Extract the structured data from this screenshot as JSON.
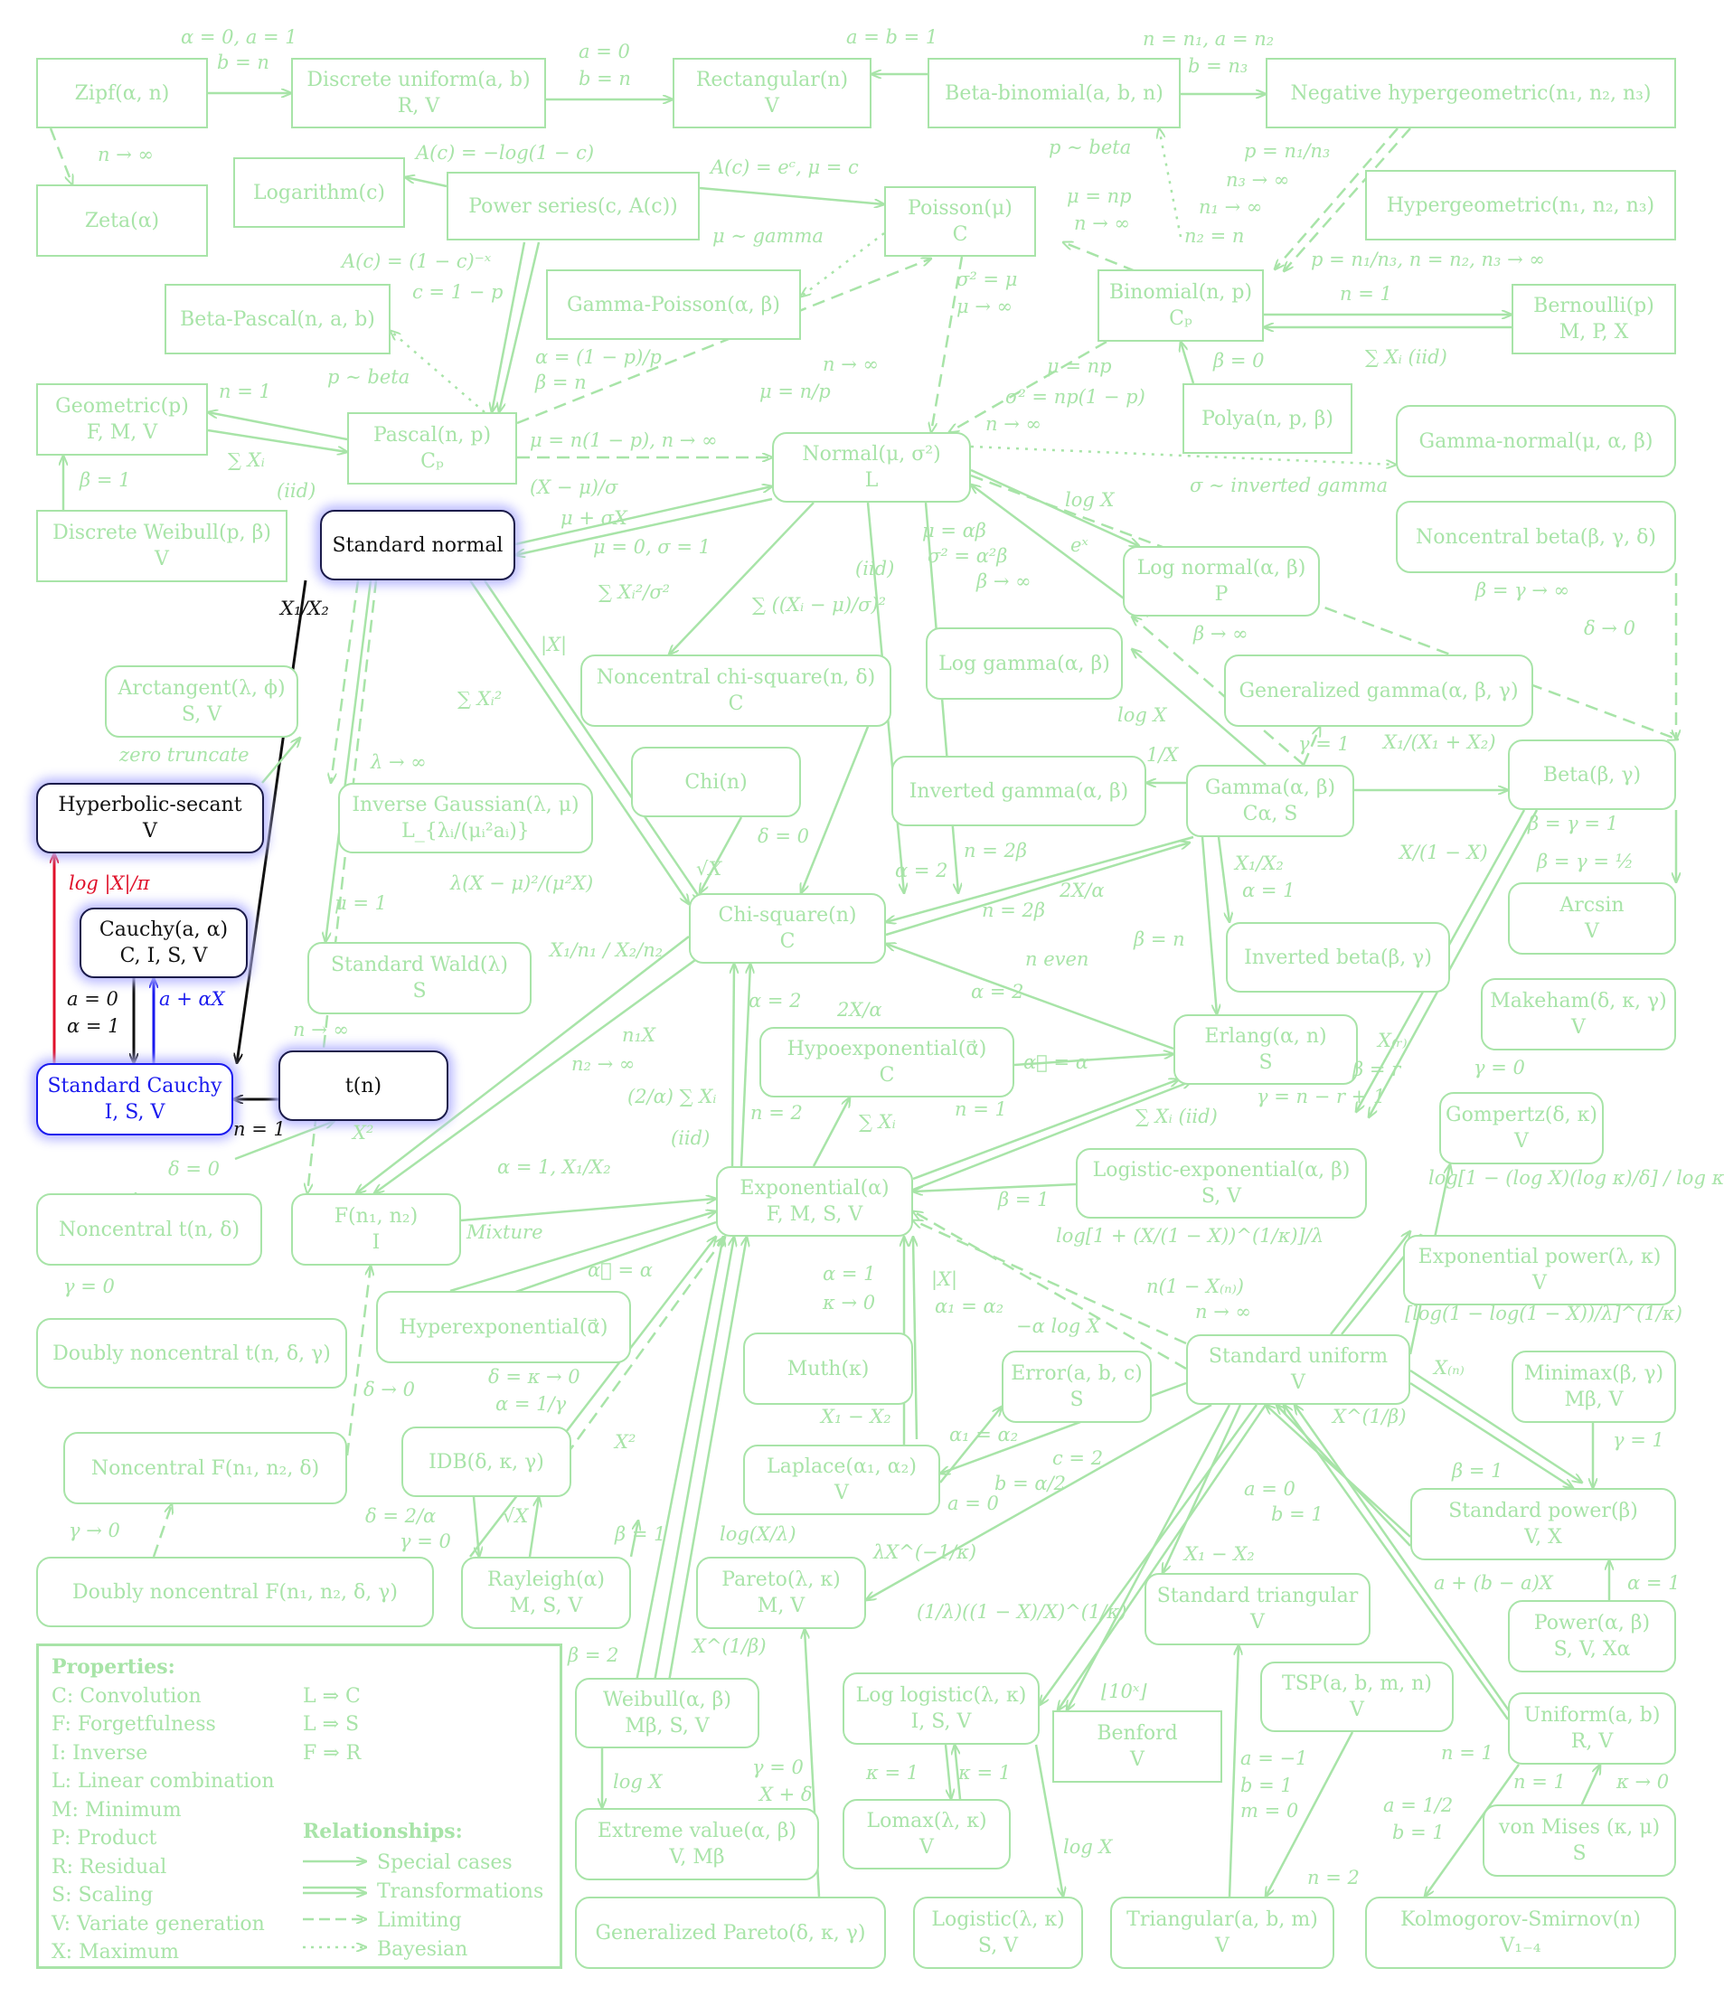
{
  "colors": {
    "link": "#a8e4a8",
    "dark": "#1b1b4a",
    "blue": "#1a1aee",
    "red": "#e0102a",
    "glow": "#b8b8ff"
  },
  "nodes": {
    "zipf": {
      "name": "Zipf(α, n)",
      "props": ""
    },
    "discrete_uniform": {
      "name": "Discrete uniform(a, b)",
      "props": "R, V"
    },
    "rectangular": {
      "name": "Rectangular(n)",
      "props": "V"
    },
    "beta_binomial": {
      "name": "Beta-binomial(a, b, n)",
      "props": ""
    },
    "negative_hypergeometric": {
      "name": "Negative hypergeometric(n₁, n₂, n₃)",
      "props": ""
    },
    "zeta": {
      "name": "Zeta(α)",
      "props": ""
    },
    "logarithm": {
      "name": "Logarithm(c)",
      "props": ""
    },
    "power_series": {
      "name": "Power series(c, A(c))",
      "props": ""
    },
    "poisson": {
      "name": "Poisson(μ)",
      "props": "C"
    },
    "hypergeometric": {
      "name": "Hypergeometric(n₁, n₂, n₃)",
      "props": ""
    },
    "beta_pascal": {
      "name": "Beta-Pascal(n, a, b)",
      "props": ""
    },
    "gamma_poisson": {
      "name": "Gamma-Poisson(α, β)",
      "props": ""
    },
    "binomial": {
      "name": "Binomial(n, p)",
      "props": "Cₚ"
    },
    "bernoulli": {
      "name": "Bernoulli(p)",
      "props": "M, P, X"
    },
    "geometric": {
      "name": "Geometric(p)",
      "props": "F, M, V"
    },
    "pascal": {
      "name": "Pascal(n, p)",
      "props": "Cₚ"
    },
    "polya": {
      "name": "Polya(n, p, β)",
      "props": ""
    },
    "normal": {
      "name": "Normal(μ, σ²)",
      "props": "L"
    },
    "gamma_normal": {
      "name": "Gamma-normal(μ, α, β)",
      "props": ""
    },
    "discrete_weibull": {
      "name": "Discrete Weibull(p, β)",
      "props": "V"
    },
    "standard_normal": {
      "name": "Standard normal",
      "props": ""
    },
    "noncentral_beta": {
      "name": "Noncentral beta(β, γ, δ)",
      "props": ""
    },
    "log_normal": {
      "name": "Log normal(α, β)",
      "props": "P"
    },
    "arctangent": {
      "name": "Arctangent(λ, ϕ)",
      "props": "S, V"
    },
    "log_gamma": {
      "name": "Log gamma(α, β)",
      "props": ""
    },
    "noncentral_chi_square": {
      "name": "Noncentral chi-square(n, δ)",
      "props": "C"
    },
    "generalized_gamma": {
      "name": "Generalized gamma(α, β, γ)",
      "props": ""
    },
    "hyperbolic_secant": {
      "name": "Hyperbolic-secant",
      "props": "V"
    },
    "chi": {
      "name": "Chi(n)",
      "props": ""
    },
    "inverse_gaussian": {
      "name": "Inverse Gaussian(λ, μ)",
      "props": "L_{λᵢ/(μᵢ²aᵢ)}"
    },
    "inverted_gamma": {
      "name": "Inverted gamma(α, β)",
      "props": ""
    },
    "gamma": {
      "name": "Gamma(α, β)",
      "props": "Cα, S"
    },
    "beta": {
      "name": "Beta(β, γ)",
      "props": ""
    },
    "cauchy": {
      "name": "Cauchy(a, α)",
      "props": "C, I, S, V"
    },
    "chi_square": {
      "name": "Chi-square(n)",
      "props": "C"
    },
    "arcsin": {
      "name": "Arcsin",
      "props": "V"
    },
    "standard_wald": {
      "name": "Standard Wald(λ)",
      "props": "S"
    },
    "inverted_beta": {
      "name": "Inverted beta(β, γ)",
      "props": ""
    },
    "makeham": {
      "name": "Makeham(δ, κ, γ)",
      "props": "V"
    },
    "erlang": {
      "name": "Erlang(α, n)",
      "props": "S"
    },
    "hypoexponential": {
      "name": "Hypoexponential(α⃗)",
      "props": "C"
    },
    "standard_cauchy": {
      "name": "Standard Cauchy",
      "props": "I, S, V"
    },
    "t": {
      "name": "t(n)",
      "props": ""
    },
    "gompertz": {
      "name": "Gompertz(δ, κ)",
      "props": "V"
    },
    "logistic_exponential": {
      "name": "Logistic-exponential(α, β)",
      "props": "S, V"
    },
    "noncentral_t": {
      "name": "Noncentral t(n, δ)",
      "props": ""
    },
    "f": {
      "name": "F(n₁, n₂)",
      "props": "I"
    },
    "exponential": {
      "name": "Exponential(α)",
      "props": "F, M, S, V"
    },
    "exponential_power": {
      "name": "Exponential power(λ, κ)",
      "props": "V"
    },
    "hyperexponential": {
      "name": "Hyperexponential(α⃗)",
      "props": ""
    },
    "doubly_noncentral_t": {
      "name": "Doubly noncentral t(n, δ, γ)",
      "props": ""
    },
    "muth": {
      "name": "Muth(κ)",
      "props": ""
    },
    "error": {
      "name": "Error(a, b, c)",
      "props": "S"
    },
    "standard_uniform": {
      "name": "Standard uniform",
      "props": "V"
    },
    "minimax": {
      "name": "Minimax(β, γ)",
      "props": "Mβ, V"
    },
    "noncentral_f": {
      "name": "Noncentral F(n₁, n₂, δ)",
      "props": ""
    },
    "idb": {
      "name": "IDB(δ, κ, γ)",
      "props": ""
    },
    "laplace": {
      "name": "Laplace(α₁, α₂)",
      "props": "V"
    },
    "standard_power": {
      "name": "Standard power(β)",
      "props": "V, X"
    },
    "doubly_noncentral_f": {
      "name": "Doubly noncentral F(n₁, n₂, δ, γ)",
      "props": ""
    },
    "rayleigh": {
      "name": "Rayleigh(α)",
      "props": "M, S, V"
    },
    "pareto": {
      "name": "Pareto(λ, κ)",
      "props": "M, V"
    },
    "standard_triangular": {
      "name": "Standard triangular",
      "props": "V"
    },
    "power": {
      "name": "Power(α, β)",
      "props": "S, V, Xα"
    },
    "weibull": {
      "name": "Weibull(α, β)",
      "props": "Mβ, S, V"
    },
    "log_logistic": {
      "name": "Log logistic(λ, κ)",
      "props": "I, S, V"
    },
    "tsp": {
      "name": "TSP(a, b, m, n)",
      "props": "V"
    },
    "benford": {
      "name": "Benford",
      "props": "V"
    },
    "uniform": {
      "name": "Uniform(a, b)",
      "props": "R, V"
    },
    "extreme_value": {
      "name": "Extreme value(α, β)",
      "props": "V, Mβ"
    },
    "lomax": {
      "name": "Lomax(λ, κ)",
      "props": "V"
    },
    "von_mises": {
      "name": "von Mises (κ, μ)",
      "props": "S"
    },
    "generalized_pareto": {
      "name": "Generalized Pareto(δ, κ, γ)",
      "props": ""
    },
    "logistic": {
      "name": "Logistic(λ, κ)",
      "props": "S, V"
    },
    "triangular": {
      "name": "Triangular(a, b, m)",
      "props": "V"
    },
    "kolmogorov_smirnov": {
      "name": "Kolmogorov-Smirnov(n)",
      "props": "V₁₋₄"
    }
  },
  "labels": {
    "l1": "α = 0, a = 1",
    "l2": "b = n",
    "l3": "a = 0",
    "l4": "b = n",
    "l5": "a = b = 1",
    "l6": "n = n₁, a = n₂",
    "l7": "b = n₃",
    "l8": "n → ∞",
    "l9": "A(c) = −log(1 − c)",
    "l10": "A(c) = eᶜ, μ = c",
    "l11": "p ∼ beta",
    "l12": "p = n₁/n₃",
    "l13": "n₃ → ∞",
    "l14": "n₁ → ∞",
    "l15": "n₂ = n",
    "l16": "μ = np",
    "l17": "n → ∞",
    "l18": "μ ∼ gamma",
    "l19": "A(c) = (1 − c)⁻ˣ",
    "l20": "c = 1 − p",
    "l21": "σ² = μ",
    "l22": "μ → ∞",
    "l23": "p = n₁/n₃, n = n₂, n₃ → ∞",
    "l24": "n = 1",
    "l25": "∑ Xᵢ (iid)",
    "l26": "β = 0",
    "l27": "α = (1 − p)/p",
    "l28": "β = n",
    "l29": "p ∼ beta",
    "l30": "n → ∞",
    "l31": "μ = n/p",
    "l32": "μ = np",
    "l33": "σ² = np(1 − p)",
    "l34": "n → ∞",
    "l35": "n = 1",
    "l36": "∑ Xᵢ",
    "l37": "(iid)",
    "l38": "β = 1",
    "l39": "μ = n(1 − p), n → ∞",
    "l40": "(X − μ)/σ",
    "l41": "μ + σX",
    "l42": "μ = 0, σ = 1",
    "l43": "σ ∼ inverted gamma",
    "l44": "log X",
    "l45": "eˣ",
    "l46": "μ = αβ",
    "l47": "σ² = α²β",
    "l48": "β → ∞",
    "l49": "(iid)",
    "l50": "∑ Xᵢ²/σ²",
    "l51": "∑ ((Xᵢ − μ)/σ)²",
    "l52": "|X|",
    "l53": "∑ Xᵢ²",
    "l54": "β = γ → ∞",
    "l55": "δ → 0",
    "l56": "β → ∞",
    "l57": "log X",
    "l58": "γ = 1",
    "l59": "1/X",
    "l60": "X₁/(X₁ + X₂)",
    "l61": "X₁/X₂",
    "l62": "zero truncate",
    "l63": "λ → ∞",
    "l64": "δ = 0",
    "l65": "√X",
    "l66": "log |X|/π",
    "l67": "μ = 1",
    "l68": "λ(X − μ)²/(μ²X)",
    "l69": "n = 2β",
    "l70": "α = 2",
    "l71": "2X/α",
    "l72": "n = 2β",
    "l73": "X₁/X₂",
    "l74": "α = 1",
    "l75": "X/(1 − X)",
    "l76": "β = γ = 1",
    "l77": "β = γ = ½",
    "l78": "β = n",
    "l79": "a = 0",
    "l80": "α = 1",
    "l81": "a + αX",
    "l82": "X₁/n₁ / X₂/n₂",
    "l83": "n → ∞",
    "l84": "n even",
    "l85": "α = 2",
    "l86": "2X/α",
    "l87": "α = 2",
    "l88": "n₁X",
    "l89": "n₂ → ∞",
    "l90": "α⃗ = α",
    "l91": "X₍ᵣ₎",
    "l92": "β = r",
    "l93": "γ = n − r + 1",
    "l94": "γ = 0",
    "l95": "n = 1",
    "l96": "X²",
    "l97": "(2/α) ∑ Xᵢ",
    "l98": "(iid)",
    "l99": "n = 2",
    "l100": "∑ Xᵢ",
    "l101": "n = 1",
    "l102": "∑ Xᵢ (iid)",
    "l103": "δ = 0",
    "l104": "α = 1, X₁/X₂",
    "l105": "β = 1",
    "l106": "log[1 − (log X)(log κ)/δ] / log κ",
    "l107": "log[1 + (X/(1 − X))^(1/κ)]/λ",
    "l108": "Mixture",
    "l109": "α⃗ = α",
    "l110": "γ = 0",
    "l111": "α = 1",
    "l112": "κ → 0",
    "l113": "|X|",
    "l114": "α₁ = α₂",
    "l115": "n(1 − X₍ₙ₎)",
    "l116": "n → ∞",
    "l117": "[log(1 − log(1 − X))/λ]^(1/κ)",
    "l118": "−α log X",
    "l119": "X₍ₙ₎",
    "l120": "X^(1/β)",
    "l121": "δ → 0",
    "l122": "δ = κ → 0",
    "l123": "α = 1/γ",
    "l124": "X²",
    "l125": "X₁ − X₂",
    "l126": "α₁ = α₂",
    "l127": "c = 2",
    "l128": "b = α/2",
    "l129": "a = 0",
    "l130": "β = 1",
    "l131": "γ = 1",
    "l132": "γ → 0",
    "l133": "δ = 2/α",
    "l134": "γ = 0",
    "l135": "√X",
    "l136": "β = 1",
    "l137": "log(X/λ)",
    "l138": "λX^(−1/κ)",
    "l139": "a = 0",
    "l140": "b = 1",
    "l141": "X₁ − X₂",
    "l142": "a + (b − a)X",
    "l143": "α = 1",
    "l144": "β = 2",
    "l145": "X^(1/β)",
    "l146": "(1/λ)((1 − X)/X)^(1/κ)",
    "l147": "⌊10ˣ⌋",
    "l148": "n = 1",
    "l149": "log X",
    "l150": "γ = 0",
    "l151": "X + δ",
    "l152": "κ = 1",
    "l153": "κ = 1",
    "l154": "a = −1",
    "l155": "b = 1",
    "l156": "m = 0",
    "l157": "a = 1/2",
    "l158": "b = 1",
    "l159": "n = 1",
    "l160": "κ → 0",
    "l161": "log X",
    "l162": "n = 2"
  },
  "legend": {
    "properties_title": "Properties:",
    "properties": [
      "C: Convolution",
      "F: Forgetfulness",
      "I: Inverse",
      "L: Linear combination",
      "M: Minimum",
      "P: Product",
      "R: Residual",
      "S: Scaling",
      "V: Variate generation",
      "X: Maximum"
    ],
    "implications": [
      "L ⇒ C",
      "L ⇒ S",
      "F ⇒ R"
    ],
    "relationships_title": "Relationships:",
    "relationships": [
      {
        "label": "Special cases",
        "style": "solid-arrow"
      },
      {
        "label": "Transformations",
        "style": "double-arrow"
      },
      {
        "label": "Limiting",
        "style": "dashed-arrow"
      },
      {
        "label": "Bayesian",
        "style": "dotted-arrow"
      }
    ]
  }
}
